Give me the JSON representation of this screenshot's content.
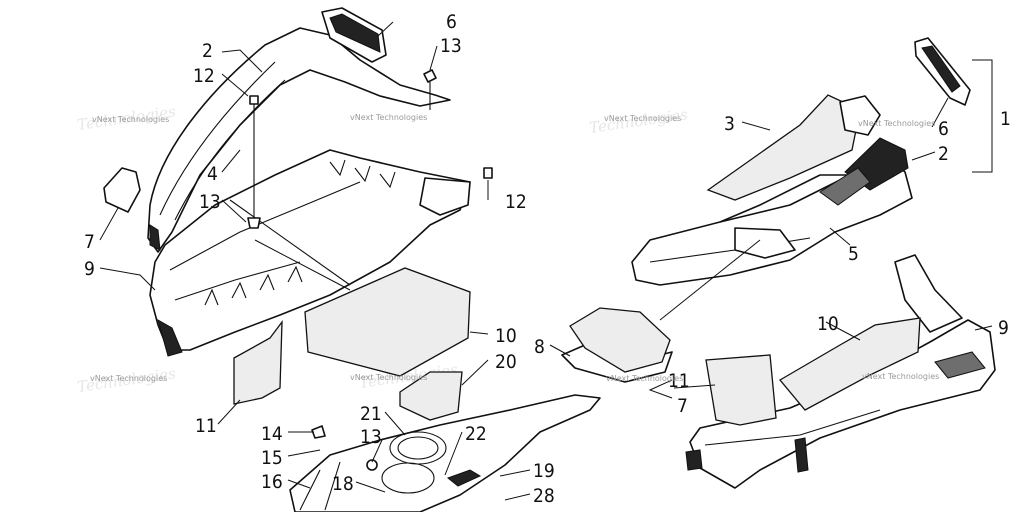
{
  "watermark": "vNext Technologies",
  "callouts": [
    "1",
    "2",
    "2",
    "3",
    "4",
    "5",
    "6",
    "6",
    "7",
    "7",
    "8",
    "9",
    "9",
    "10",
    "10",
    "11",
    "11",
    "12",
    "12",
    "13",
    "13",
    "13",
    "14",
    "15",
    "16",
    "18",
    "19",
    "20",
    "21",
    "22",
    "28"
  ]
}
